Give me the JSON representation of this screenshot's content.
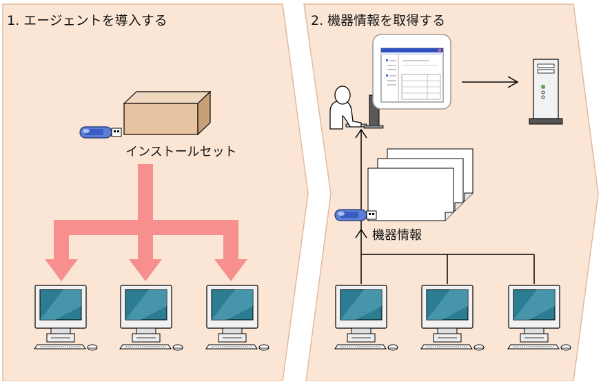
{
  "panels": [
    {
      "title": "1. エージェントを導入する"
    },
    {
      "title": "2. 機器情報を取得する"
    }
  ],
  "labels": {
    "install_set": "インストールセット",
    "device_info": "機器情報"
  },
  "colors": {
    "panel_fill": "#fbe6d6",
    "panel_stroke": "#e3b89b",
    "distribution_arrow": "#f78f8f",
    "usb_body": "#5c7fd6",
    "monitor_screen": "#2c7c92",
    "line": "#000000"
  },
  "icons": [
    "box-icon",
    "usb-icon",
    "pc-icon",
    "user-icon",
    "server-icon",
    "document-icon",
    "app-window-icon"
  ]
}
